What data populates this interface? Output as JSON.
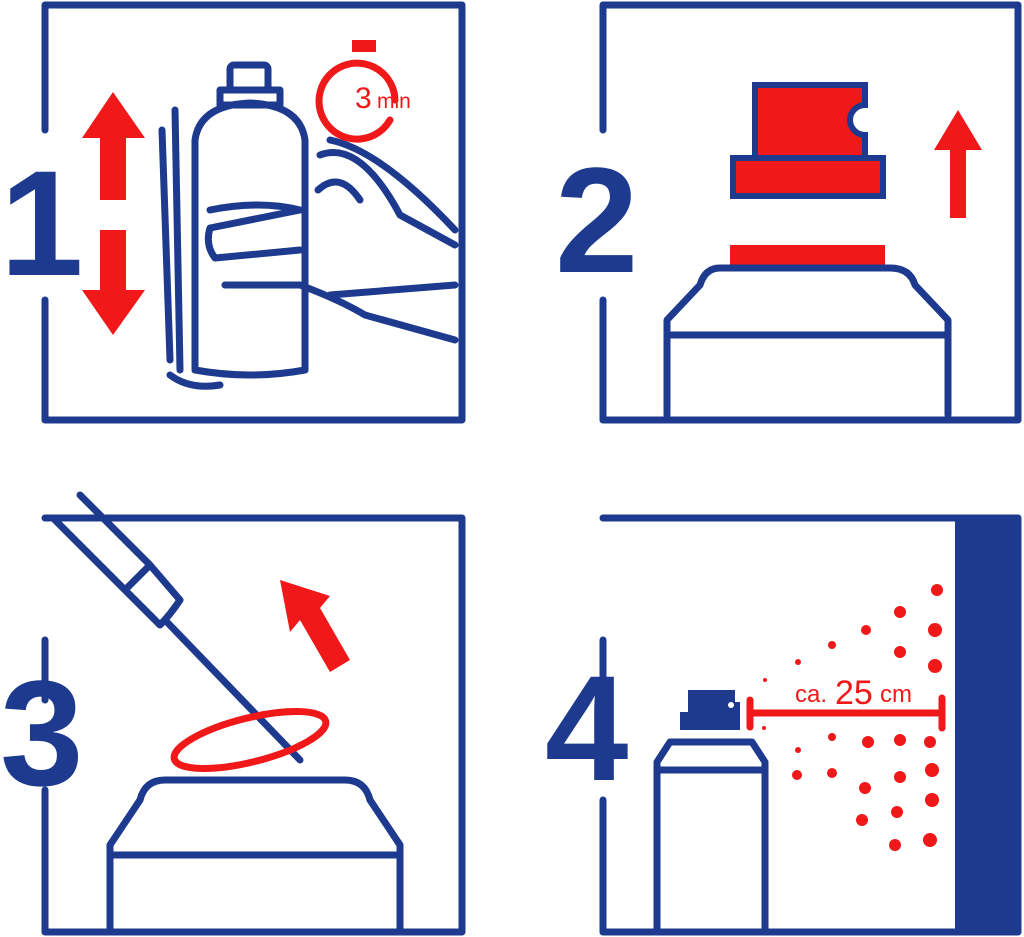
{
  "colors": {
    "blue": "#1d3a8f",
    "red": "#f01818"
  },
  "steps": [
    {
      "number": "1",
      "timer": {
        "value": "3",
        "unit": "min"
      }
    },
    {
      "number": "2"
    },
    {
      "number": "3"
    },
    {
      "number": "4",
      "distance": {
        "prefix": "ca.",
        "value": "25",
        "unit": "cm"
      }
    }
  ]
}
